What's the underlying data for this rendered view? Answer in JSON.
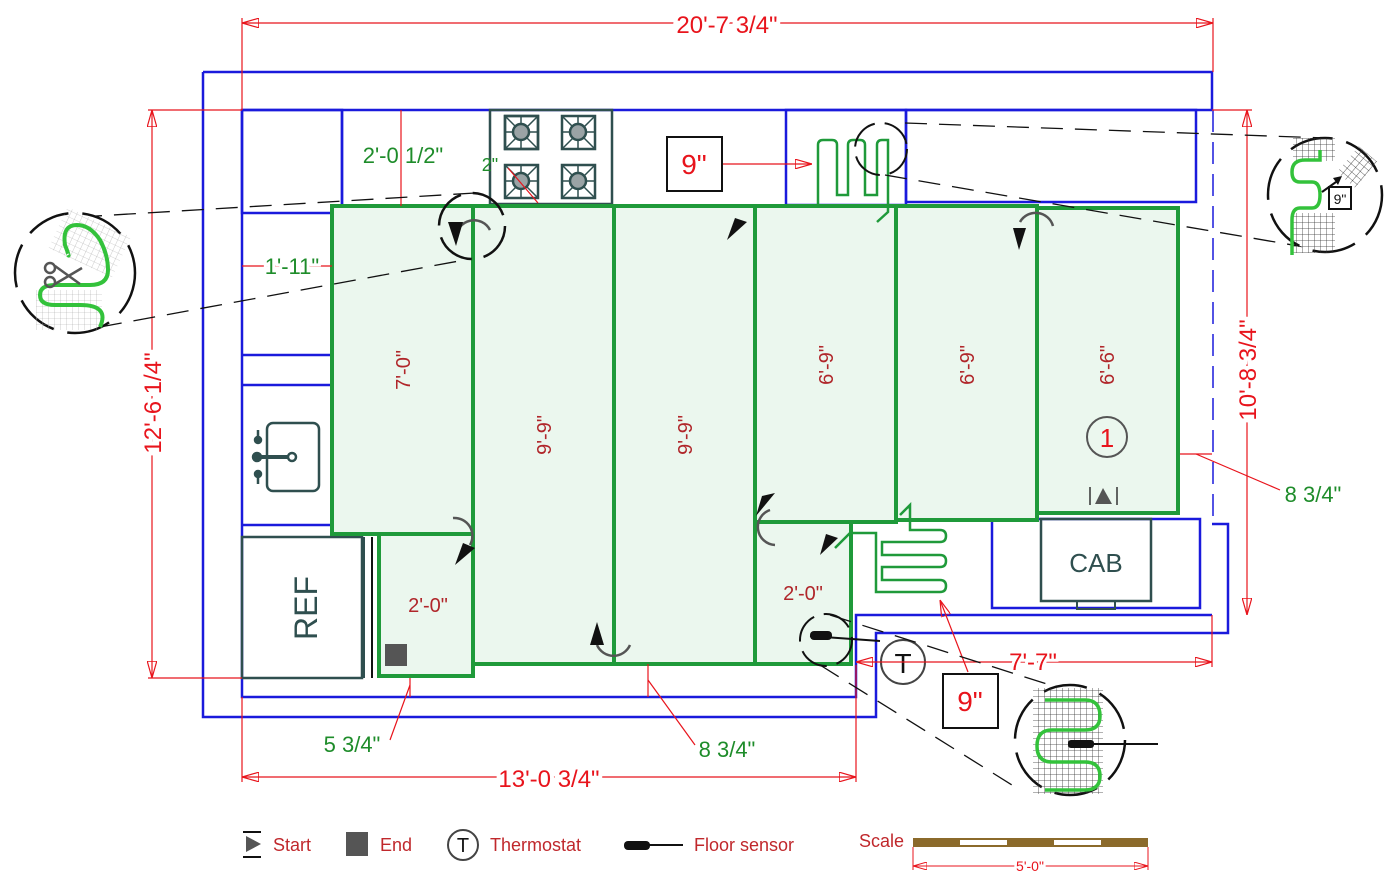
{
  "dimensions": {
    "overall_width": "20'-7 3/4\"",
    "overall_depth_left": "12'-6 1/4\"",
    "right_depth": "10'-8 3/4\"",
    "bottom_width": "13'-0 3/4\"",
    "bottom_right_width": "7'-7\"",
    "counter_depth": "2'-0 1/2\"",
    "stove_offset": "2\"",
    "left_offset": "1'-11\"",
    "bottom_gap_left": "5 3/4\"",
    "bottom_gap_mid": "8 3/4\"",
    "right_gap": "8 3/4\"",
    "spacing_top": "9\"",
    "spacing_bottom": "9\""
  },
  "mats": [
    {
      "id": "strip-1",
      "length": "7'-0\""
    },
    {
      "id": "strip-2",
      "length": "9'-9\""
    },
    {
      "id": "strip-3",
      "length": "9'-9\""
    },
    {
      "id": "strip-4",
      "length": "6'-9\""
    },
    {
      "id": "strip-5",
      "length": "6'-9\""
    },
    {
      "id": "strip-6",
      "length": "6'-6\""
    },
    {
      "id": "strip-7",
      "length": "2'-0\""
    },
    {
      "id": "strip-8",
      "length": "2'-0\""
    }
  ],
  "mat_number": "1",
  "appliances": {
    "refrigerator": "REF",
    "cabinet": "CAB",
    "thermostat_symbol": "T"
  },
  "detail_callouts": {
    "spacing_label": "9\""
  },
  "legend": {
    "start": "Start",
    "end": "End",
    "thermostat": "Thermostat",
    "thermostat_symbol": "T",
    "floor_sensor": "Floor sensor"
  },
  "scale": {
    "label": "Scale",
    "length": "5'-0\""
  },
  "colors": {
    "wall": "#1a1adc",
    "mat_outline": "#1f9a3a",
    "mat_fill": "#ebf7ee",
    "dimension": "#e8141c",
    "note": "#1e8c2a",
    "appliance": "#2f4f4f",
    "scale_bar": "#8b6a2b"
  }
}
